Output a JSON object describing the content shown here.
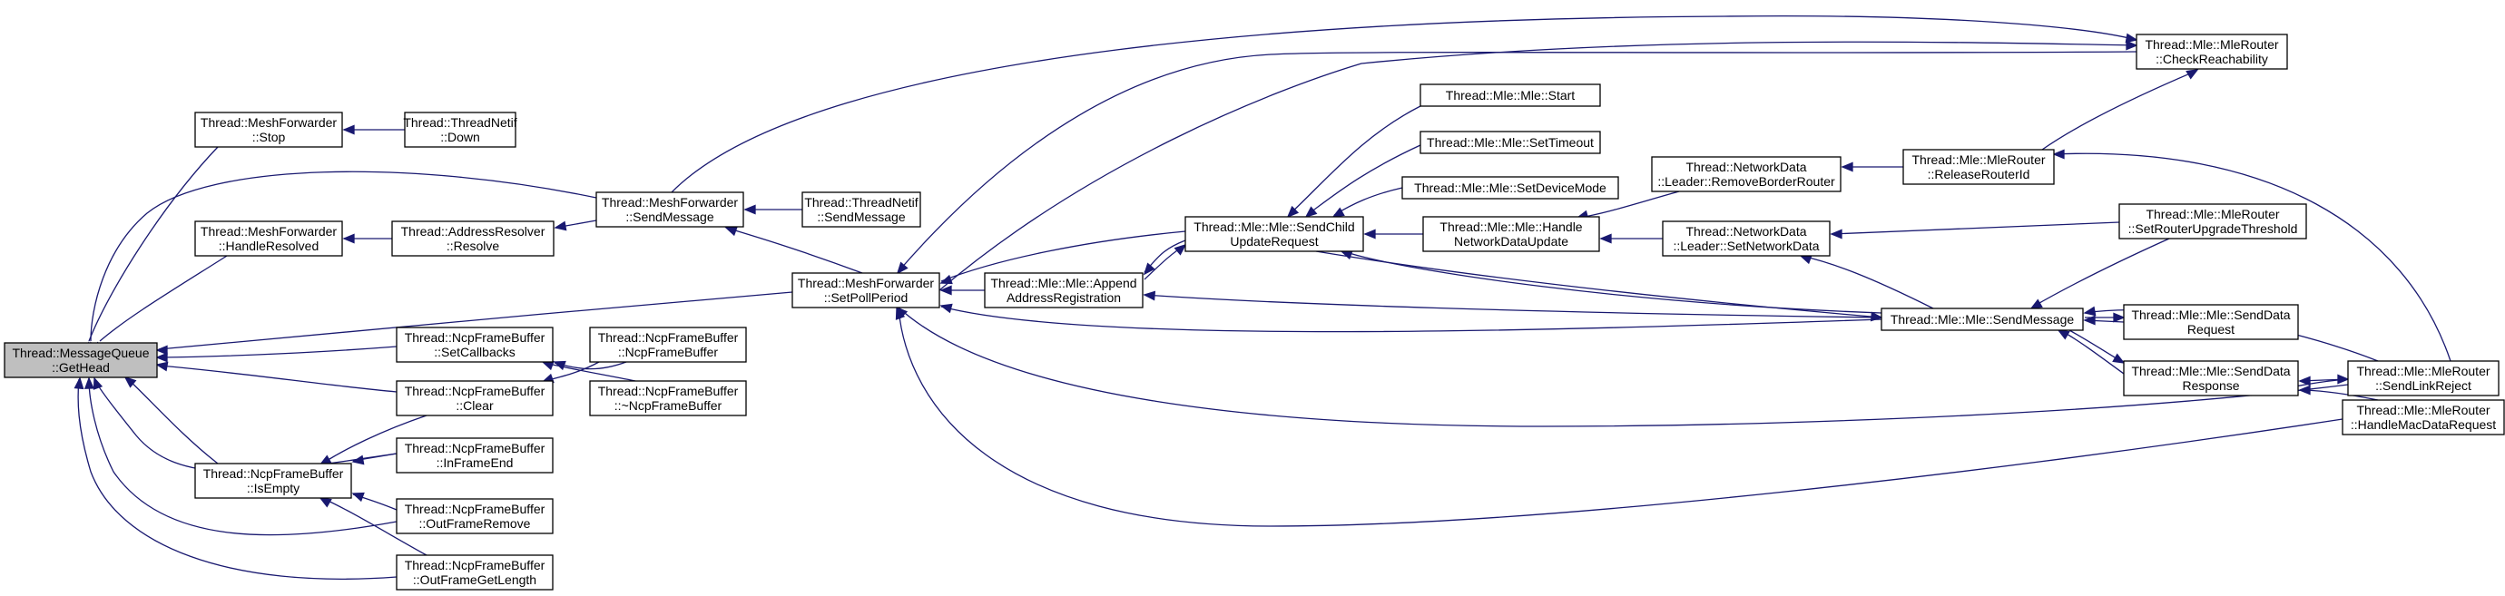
{
  "nodes": [
    {
      "id": "n0",
      "name": "node-message-queue-get-head",
      "lines": [
        "Thread::MessageQueue",
        "::GetHead"
      ],
      "root": true
    },
    {
      "id": "n1",
      "name": "node-mesh-forwarder-stop",
      "lines": [
        "Thread::MeshForwarder",
        "::Stop"
      ]
    },
    {
      "id": "n2",
      "name": "node-thread-netif-down",
      "lines": [
        "Thread::ThreadNetif",
        "::Down"
      ]
    },
    {
      "id": "n3",
      "name": "node-mesh-forwarder-send-message",
      "lines": [
        "Thread::MeshForwarder",
        "::SendMessage"
      ]
    },
    {
      "id": "n4",
      "name": "node-thread-netif-send-message",
      "lines": [
        "Thread::ThreadNetif",
        "::SendMessage"
      ]
    },
    {
      "id": "n5",
      "name": "node-mesh-forwarder-handle-resolved",
      "lines": [
        "Thread::MeshForwarder",
        "::HandleResolved"
      ]
    },
    {
      "id": "n6",
      "name": "node-address-resolver-resolve",
      "lines": [
        "Thread::AddressResolver",
        "::Resolve"
      ]
    },
    {
      "id": "n7",
      "name": "node-mesh-forwarder-set-poll-period",
      "lines": [
        "Thread::MeshForwarder",
        "::SetPollPeriod"
      ]
    },
    {
      "id": "n8",
      "name": "node-ncp-frame-buffer-set-callbacks",
      "lines": [
        "Thread::NcpFrameBuffer",
        "::SetCallbacks"
      ]
    },
    {
      "id": "n9",
      "name": "node-ncp-frame-buffer-constructor",
      "lines": [
        "Thread::NcpFrameBuffer",
        "::NcpFrameBuffer"
      ]
    },
    {
      "id": "n10",
      "name": "node-ncp-frame-buffer-clear",
      "lines": [
        "Thread::NcpFrameBuffer",
        "::Clear"
      ]
    },
    {
      "id": "n11",
      "name": "node-ncp-frame-buffer-destructor",
      "lines": [
        "Thread::NcpFrameBuffer",
        "::~NcpFrameBuffer"
      ]
    },
    {
      "id": "n12",
      "name": "node-ncp-frame-buffer-is-empty",
      "lines": [
        "Thread::NcpFrameBuffer",
        "::IsEmpty"
      ]
    },
    {
      "id": "n13",
      "name": "node-ncp-frame-buffer-in-frame-end",
      "lines": [
        "Thread::NcpFrameBuffer",
        "::InFrameEnd"
      ]
    },
    {
      "id": "n14",
      "name": "node-ncp-frame-buffer-out-frame-remove",
      "lines": [
        "Thread::NcpFrameBuffer",
        "::OutFrameRemove"
      ]
    },
    {
      "id": "n15",
      "name": "node-ncp-frame-buffer-out-frame-get-length",
      "lines": [
        "Thread::NcpFrameBuffer",
        "::OutFrameGetLength"
      ]
    },
    {
      "id": "n16",
      "name": "node-mle-send-child-update-request",
      "lines": [
        "Thread::Mle::Mle::SendChild",
        "UpdateRequest"
      ]
    },
    {
      "id": "n17",
      "name": "node-mle-append-address-registration",
      "lines": [
        "Thread::Mle::Mle::Append",
        "AddressRegistration"
      ]
    },
    {
      "id": "n18",
      "name": "node-mle-send-message",
      "lines": [
        "Thread::Mle::Mle::SendMessage"
      ]
    },
    {
      "id": "n19",
      "name": "node-mle-start",
      "lines": [
        "Thread::Mle::Mle::Start"
      ]
    },
    {
      "id": "n20",
      "name": "node-mle-set-timeout",
      "lines": [
        "Thread::Mle::Mle::SetTimeout"
      ]
    },
    {
      "id": "n21",
      "name": "node-mle-set-device-mode",
      "lines": [
        "Thread::Mle::Mle::SetDeviceMode"
      ]
    },
    {
      "id": "n22",
      "name": "node-mle-handle-network-data-update",
      "lines": [
        "Thread::Mle::Mle::Handle",
        "NetworkDataUpdate"
      ]
    },
    {
      "id": "n23",
      "name": "node-network-data-leader-remove-border-router",
      "lines": [
        "Thread::NetworkData",
        "::Leader::RemoveBorderRouter"
      ]
    },
    {
      "id": "n24",
      "name": "node-network-data-leader-set-network-data",
      "lines": [
        "Thread::NetworkData",
        "::Leader::SetNetworkData"
      ]
    },
    {
      "id": "n25",
      "name": "node-mle-router-check-reachability",
      "lines": [
        "Thread::Mle::MleRouter",
        "::CheckReachability"
      ]
    },
    {
      "id": "n26",
      "name": "node-mle-router-release-router-id",
      "lines": [
        "Thread::Mle::MleRouter",
        "::ReleaseRouterId"
      ]
    },
    {
      "id": "n27",
      "name": "node-mle-router-set-router-upgrade-threshold",
      "lines": [
        "Thread::Mle::MleRouter",
        "::SetRouterUpgradeThreshold"
      ]
    },
    {
      "id": "n28",
      "name": "node-mle-send-data-request",
      "lines": [
        "Thread::Mle::Mle::SendData",
        "Request"
      ]
    },
    {
      "id": "n29",
      "name": "node-mle-send-data-response",
      "lines": [
        "Thread::Mle::Mle::SendData",
        "Response"
      ]
    },
    {
      "id": "n30",
      "name": "node-mle-router-send-link-reject",
      "lines": [
        "Thread::Mle::MleRouter",
        "::SendLinkReject"
      ]
    },
    {
      "id": "n31",
      "name": "node-mle-router-handle-mac-data-request",
      "lines": [
        "Thread::Mle::MleRouter",
        "::HandleMacDataRequest"
      ]
    }
  ]
}
